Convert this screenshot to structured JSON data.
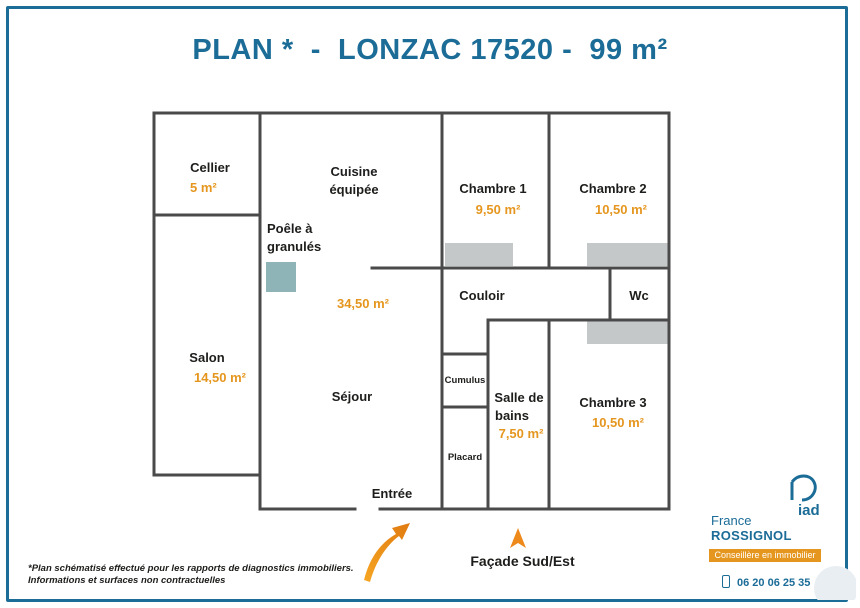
{
  "title": "PLAN *  -  LONZAC 17520 -  99 m²",
  "rooms": {
    "cellier": {
      "name": "Cellier",
      "area": "5 m²"
    },
    "cuisine": {
      "name_line1": "Cuisine",
      "name_line2": "équipée"
    },
    "poele": {
      "line1": "Poêle à",
      "line2": "granulés"
    },
    "sejour": {
      "name": "Séjour",
      "area": "34,50 m²"
    },
    "entree": {
      "name": "Entrée"
    },
    "salon": {
      "name": "Salon",
      "area": "14,50 m²"
    },
    "chambre1": {
      "name": "Chambre 1",
      "area": "9,50 m²"
    },
    "chambre2": {
      "name": "Chambre 2",
      "area": "10,50 m²"
    },
    "couloir": {
      "name": "Couloir"
    },
    "wc": {
      "name": "Wc"
    },
    "cumulus": {
      "name": "Cumulus"
    },
    "placard": {
      "name": "Placard"
    },
    "sdb": {
      "name_line1": "Salle de",
      "name_line2": "bains",
      "area": "7,50 m²"
    },
    "chambre3": {
      "name": "Chambre 3",
      "area": "10,50 m²"
    }
  },
  "facade": "Façade Sud/Est",
  "footnote": {
    "line1": "*Plan schématisé effectué pour les rapports de diagnostics immobiliers.",
    "line2": "Informations et surfaces non contractuelles"
  },
  "agent": {
    "brand": "iad",
    "first_name": "France",
    "last_name": "ROSSIGNOL",
    "role": "Conseillère en immobilier",
    "phone": "06 20 06 25 35"
  },
  "colors": {
    "wall": "#4a4a4a",
    "title": "#1b6c97",
    "area": "#e5961e",
    "closet": "#c5c8c9",
    "stove": "#8fb4b8"
  }
}
